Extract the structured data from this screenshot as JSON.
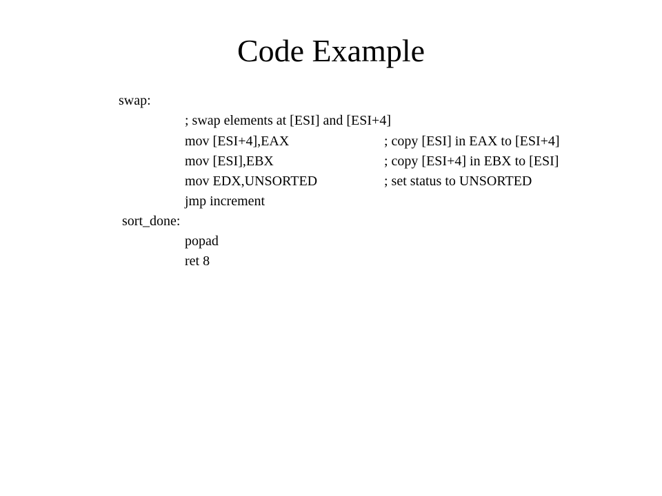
{
  "slide": {
    "title": "Code Example"
  },
  "code": {
    "swap_label": "swap:",
    "swap_comment": "; swap elements at [ESI] and [ESI+4]",
    "lines": [
      {
        "instr": "mov [ESI+4],EAX",
        "comment": "; copy [ESI] in EAX to [ESI+4]"
      },
      {
        "instr": "mov [ESI],EBX",
        "comment": "; copy [ESI+4] in EBX to [ESI]"
      },
      {
        "instr": "mov EDX,UNSORTED",
        "comment": "; set status to UNSORTED"
      }
    ],
    "jmp": "jmp increment",
    "sort_done_label": "sort_done:",
    "popad": "popad",
    "ret": "ret 8"
  }
}
